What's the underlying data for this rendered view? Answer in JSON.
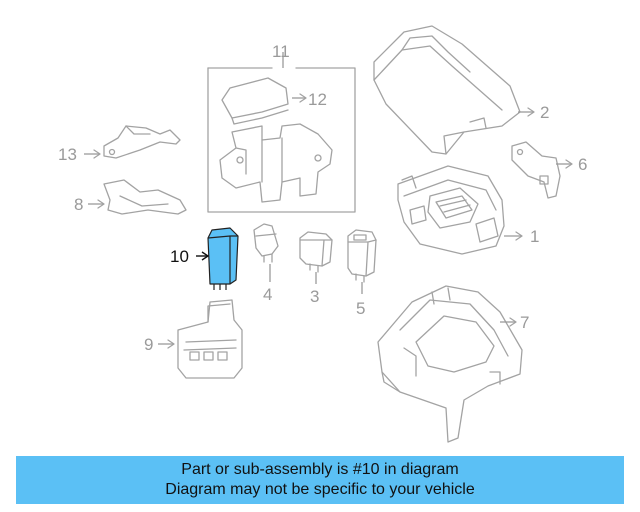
{
  "callouts": {
    "c1": "1",
    "c2": "2",
    "c3": "3",
    "c4": "4",
    "c5": "5",
    "c6": "6",
    "c7": "7",
    "c8": "8",
    "c9": "9",
    "c10": "10",
    "c11": "11",
    "c12": "12",
    "c13": "13"
  },
  "highlight": {
    "part": "10",
    "color": "#5bc0f5"
  },
  "caption": {
    "line1": "Part or sub-assembly is #10 in diagram",
    "line2": "Diagram may not be specific to your vehicle"
  }
}
